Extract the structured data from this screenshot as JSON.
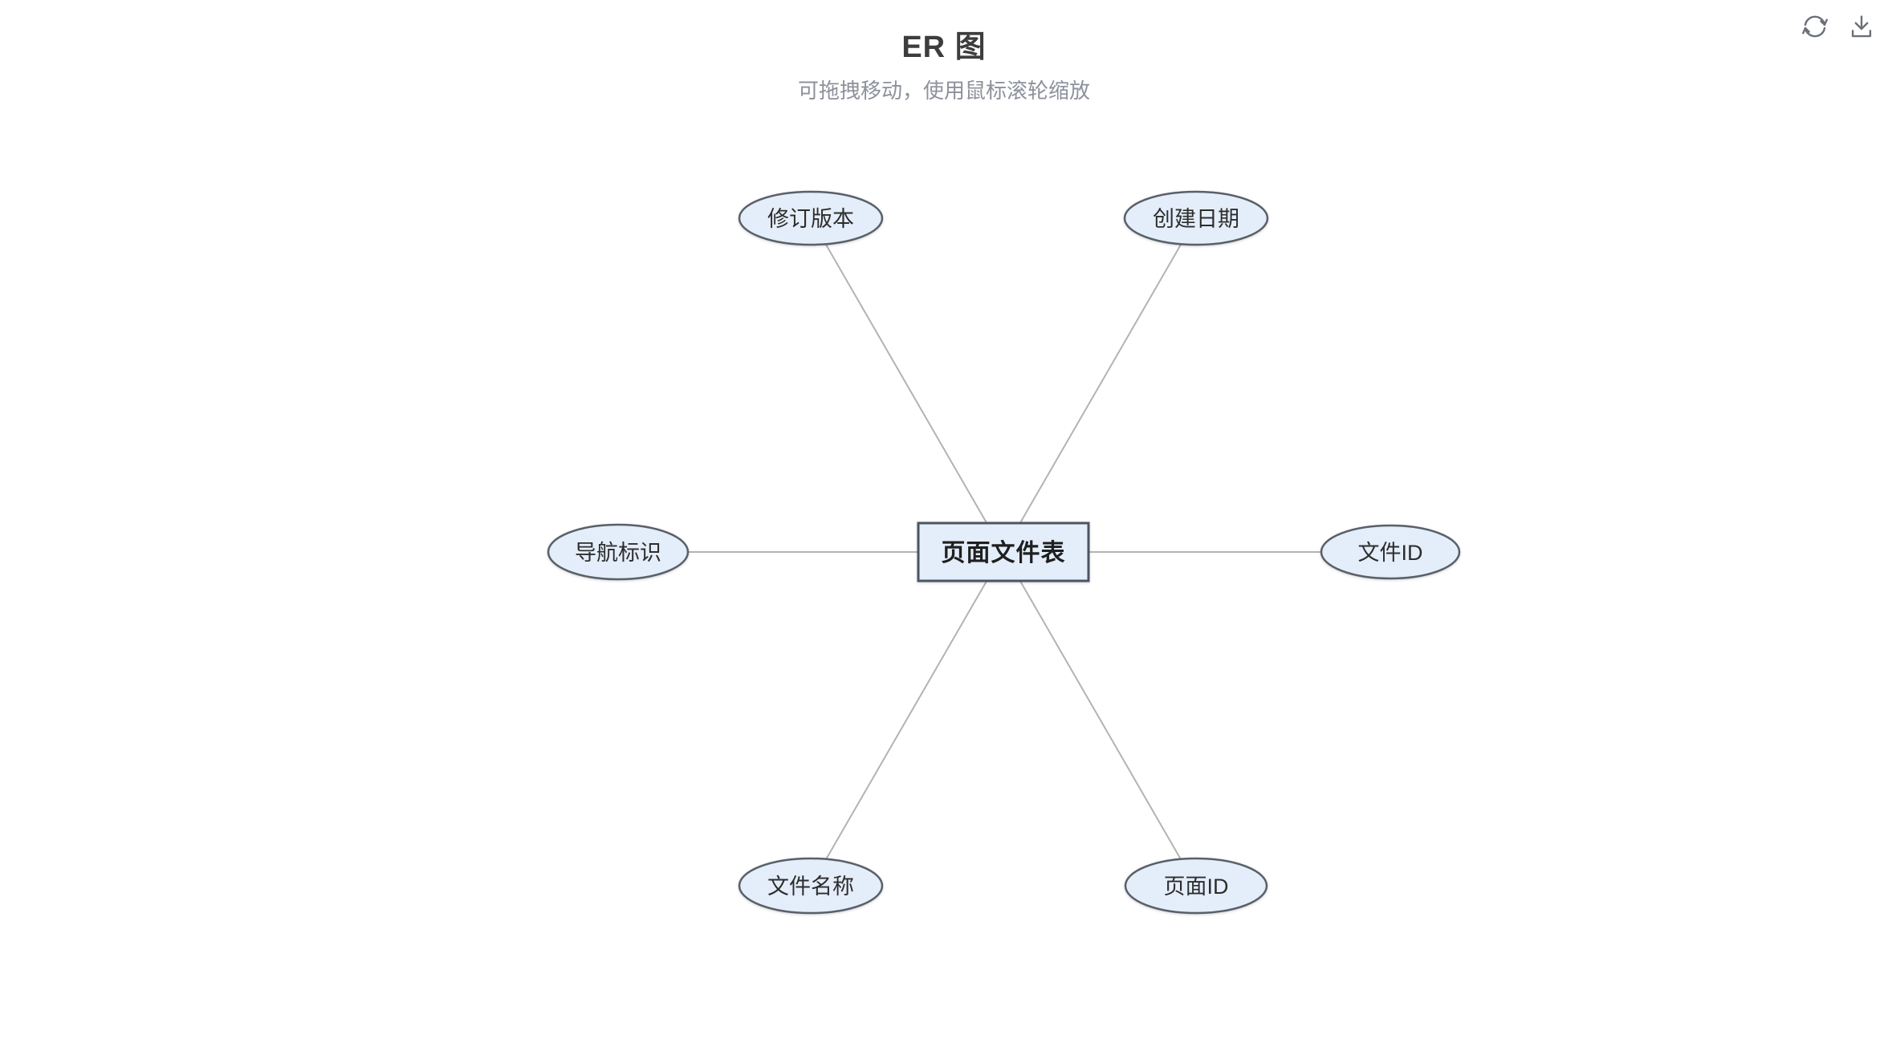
{
  "header": {
    "title": "ER 图",
    "subtitle": "可拖拽移动，使用鼠标滚轮缩放"
  },
  "toolbar": {
    "buttons": [
      {
        "name": "refresh",
        "icon": "refresh-icon"
      },
      {
        "name": "download",
        "icon": "download-icon"
      }
    ]
  },
  "colors": {
    "node_fill": "#e4eefa",
    "attribute_border": "#596069",
    "entity_border": "#4c5564",
    "edge": "#b3b3b3",
    "title_text": "#3d3d3d",
    "subtitle_text": "#8c919b",
    "icon": "#6b7078"
  },
  "diagram": {
    "type": "er-diagram",
    "entity": {
      "label": "页面文件表",
      "shape": "rectangle",
      "position": "center"
    },
    "attributes": [
      {
        "label": "修订版本",
        "shape": "ellipse",
        "position": "top-left"
      },
      {
        "label": "创建日期",
        "shape": "ellipse",
        "position": "top-right"
      },
      {
        "label": "导航标识",
        "shape": "ellipse",
        "position": "left"
      },
      {
        "label": "文件ID",
        "shape": "ellipse",
        "position": "right"
      },
      {
        "label": "文件名称",
        "shape": "ellipse",
        "position": "bottom-left"
      },
      {
        "label": "页面ID",
        "shape": "ellipse",
        "position": "bottom-right"
      }
    ],
    "edges": [
      {
        "from": "页面文件表",
        "to": "修订版本"
      },
      {
        "from": "页面文件表",
        "to": "创建日期"
      },
      {
        "from": "页面文件表",
        "to": "导航标识"
      },
      {
        "from": "页面文件表",
        "to": "文件ID"
      },
      {
        "from": "页面文件表",
        "to": "文件名称"
      },
      {
        "from": "页面文件表",
        "to": "页面ID"
      }
    ]
  }
}
